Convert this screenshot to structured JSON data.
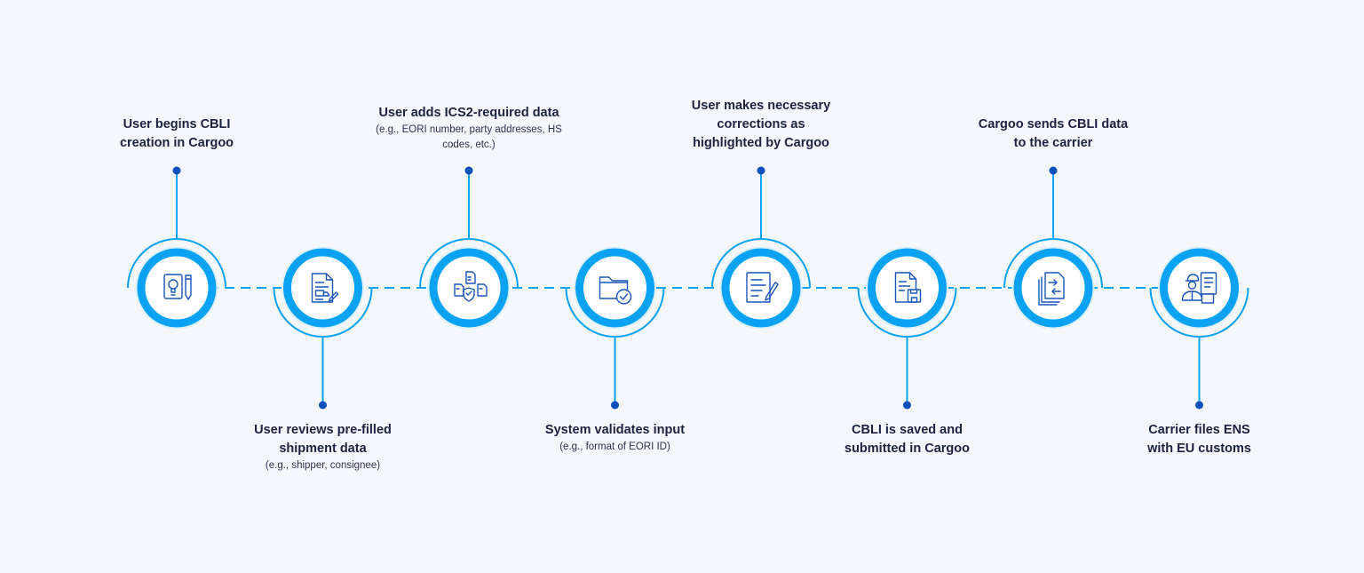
{
  "colors": {
    "background": "#F4F7FB",
    "ring": "#0AA2F2",
    "arc": "#0AA2F2",
    "connector": "#0AA2F2",
    "dot": "#0B4FB8",
    "icon": "#1A55B8",
    "text": "#1B2340"
  },
  "steps": [
    {
      "title": "User begins CBLI\ncreation in Cargoo",
      "subtitle": "",
      "position": "top",
      "icon": "lightbulb-document-icon"
    },
    {
      "title": "User reviews pre-filled\nshipment data",
      "subtitle": "(e.g., shipper, consignee)",
      "position": "bottom",
      "icon": "truck-document-icon"
    },
    {
      "title": "User adds ICS2-required data",
      "subtitle": "(e.g., EORI number, party addresses, HS\ncodes, etc.)",
      "position": "top",
      "icon": "secure-documents-icon"
    },
    {
      "title": "System validates input",
      "subtitle": "(e.g., format of EORI ID)",
      "position": "bottom",
      "icon": "folder-check-icon"
    },
    {
      "title": "User makes necessary\ncorrections as\nhighlighted by Cargoo",
      "subtitle": "",
      "position": "top",
      "icon": "edit-document-icon"
    },
    {
      "title": "CBLI is saved and\nsubmitted in Cargoo",
      "subtitle": "",
      "position": "bottom",
      "icon": "save-document-icon"
    },
    {
      "title": "Cargoo sends CBLI data\nto the carrier",
      "subtitle": "",
      "position": "top",
      "icon": "transfer-documents-icon"
    },
    {
      "title": "Carrier files ENS\nwith EU customs",
      "subtitle": "",
      "position": "bottom",
      "icon": "customs-officer-icon"
    }
  ]
}
